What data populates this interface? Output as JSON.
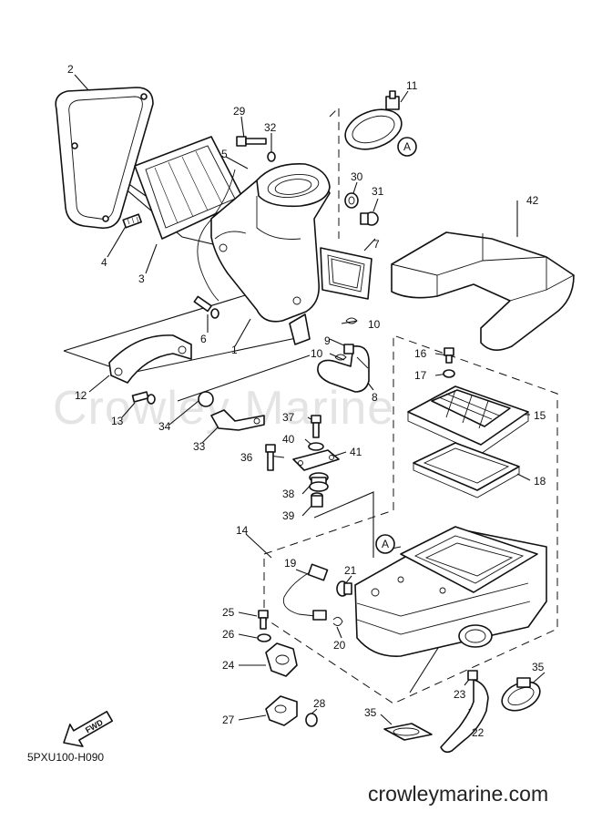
{
  "callouts": [
    "1",
    "2",
    "3",
    "4",
    "5",
    "6",
    "7",
    "8",
    "9",
    "10",
    "10",
    "11",
    "12",
    "13",
    "14",
    "15",
    "16",
    "17",
    "18",
    "19",
    "20",
    "21",
    "22",
    "23",
    "24",
    "25",
    "26",
    "27",
    "28",
    "29",
    "30",
    "31",
    "32",
    "33",
    "34",
    "35",
    "35",
    "36",
    "37",
    "38",
    "39",
    "40",
    "41",
    "42"
  ],
  "reference_marks": [
    "A",
    "A"
  ],
  "fwd_label": "FWD",
  "diagram_code": "5PXU100-H090",
  "watermark": "Crowley Marine",
  "footer_url": "crowleymarine.com"
}
